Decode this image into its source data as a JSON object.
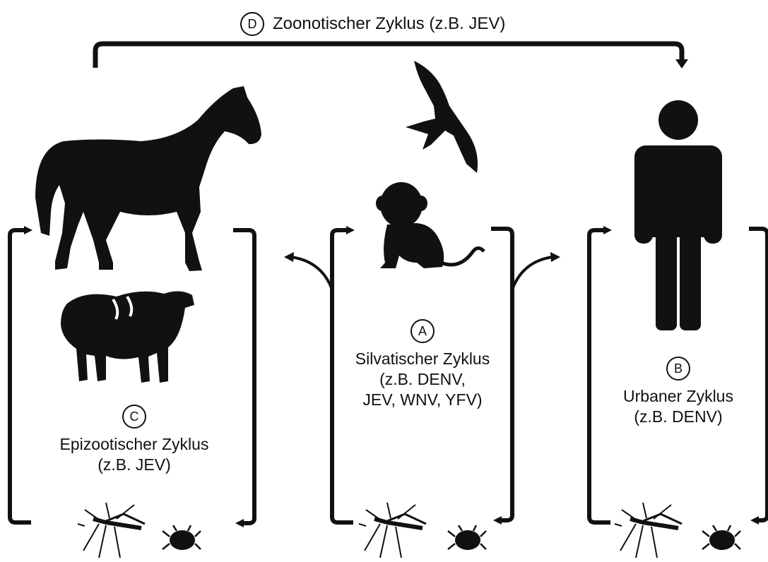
{
  "top_cycle": {
    "badge": "D",
    "title": "Zoonotischer Zyklus (z.B. JEV)"
  },
  "cycles": [
    {
      "badge": "C",
      "title": "Epizootischer Zyklus",
      "example": "(z.B. JEV)"
    },
    {
      "badge": "A",
      "title": "Silvatischer Zyklus",
      "example_line1": "(z.B. DENV,",
      "example_line2": "JEV, WNV, YFV)"
    },
    {
      "badge": "B",
      "title": "Urbaner Zyklus",
      "example": "(z.B. DENV)"
    }
  ],
  "icons": [
    "horse-icon",
    "sheep-icon",
    "bird-of-prey-icon",
    "monkey-icon",
    "human-icon",
    "mosquito-icon",
    "tick-icon"
  ],
  "colors": {
    "ink": "#111111",
    "background": "#ffffff"
  }
}
